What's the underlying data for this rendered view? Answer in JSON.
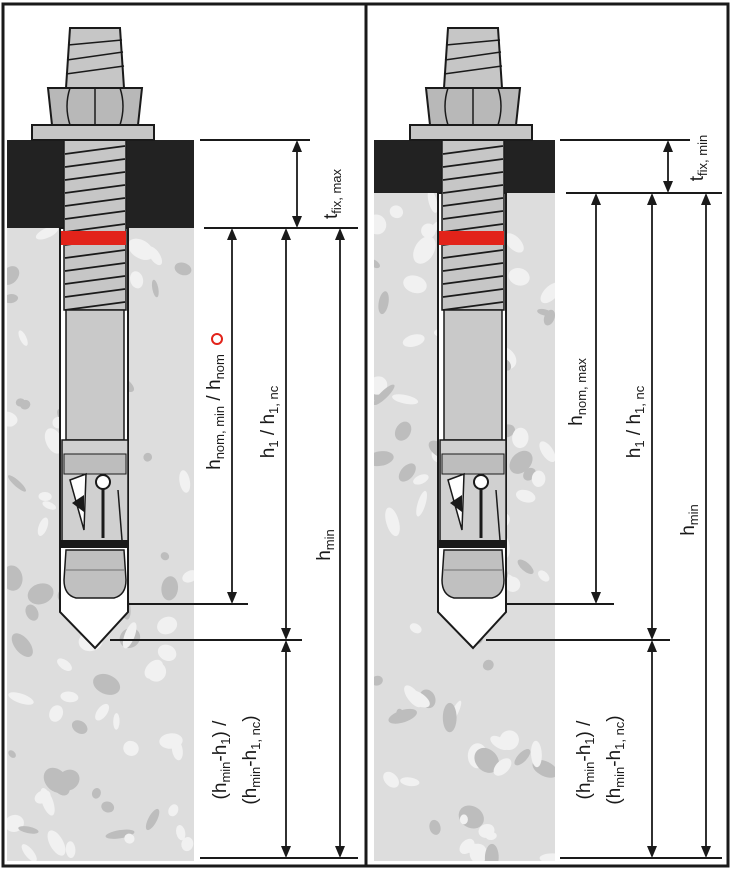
{
  "colors": {
    "concrete": "#dddddd",
    "aggregate_light": "#f1f1f1",
    "aggregate_dark": "#bdbdbd",
    "fixture": "#222222",
    "steel": "#c6c6c6",
    "steel_dark": "#8a8a8a",
    "marking": "#e2231a",
    "line": "#1a1a1a",
    "symbol_ring": "#e2231a"
  },
  "left_panel": {
    "t_fix": {
      "main": "t",
      "sub": "fix, max"
    },
    "h_nom": {
      "a_main": "h",
      "a_sub": "nom, min",
      "sep": " / ",
      "b_main": "h",
      "b_sub": "nom",
      "symbol": "circle-outline-icon"
    },
    "h1": {
      "a_main": "h",
      "a_sub": "1",
      "sep": " / ",
      "b_main": "h",
      "b_sub": "1, nc"
    },
    "h_min": {
      "main": "h",
      "sub": "min"
    },
    "remainder": {
      "line1": {
        "open": "(h",
        "s1": "min",
        "mid": "-h",
        "s2": "1",
        "close": ") /"
      },
      "line2": {
        "open": "(h",
        "s1": "min",
        "mid": "-h",
        "s2": "1, nc",
        "close": ")"
      }
    }
  },
  "right_panel": {
    "t_fix": {
      "main": "t",
      "sub": "fix, min"
    },
    "h_nom": {
      "main": "h",
      "sub": "nom, max"
    },
    "h1": {
      "a_main": "h",
      "a_sub": "1",
      "sep": " / ",
      "b_main": "h",
      "b_sub": "1, nc"
    },
    "h_min": {
      "main": "h",
      "sub": "min"
    },
    "remainder": {
      "line1": {
        "open": "(h",
        "s1": "min",
        "mid": "-h",
        "s2": "1",
        "close": ") /"
      },
      "line2": {
        "open": "(h",
        "s1": "min",
        "mid": "-h",
        "s2": "1, nc",
        "close": ")"
      }
    }
  }
}
